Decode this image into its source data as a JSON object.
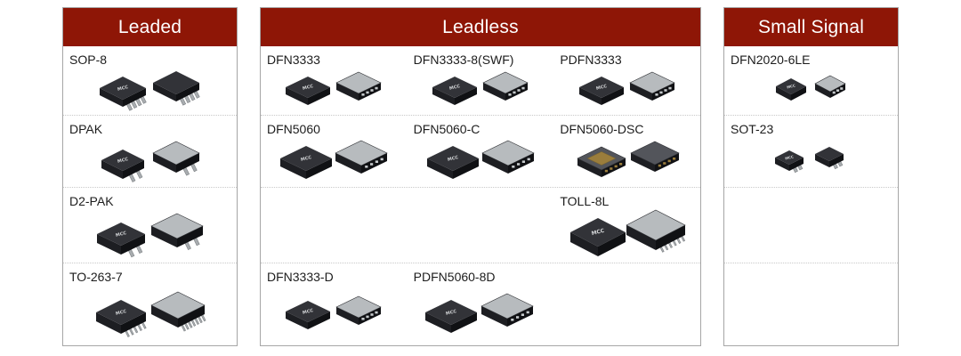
{
  "chip_logo": "MCC",
  "colors": {
    "header_bg": "#8e1606",
    "header_text": "#ffffff",
    "panel_border": "#a6a6a6",
    "row_divider": "#c9c9c9",
    "label_text": "#1c1c1c",
    "page_bg": "#ffffff",
    "chip_body_dark": "#323338",
    "chip_top_light": "#b7bbbe",
    "chip_gold": "#9a7d3c"
  },
  "panels": [
    {
      "title": "Leaded",
      "rows": [
        {
          "cells": [
            {
              "label": "SOP-8",
              "image": "sop8"
            }
          ]
        },
        {
          "cells": [
            {
              "label": "DPAK",
              "image": "dpak"
            }
          ]
        },
        {
          "cells": [
            {
              "label": "D2-PAK",
              "image": "d2pak"
            }
          ]
        },
        {
          "cells": [
            {
              "label": "TO-263-7",
              "image": "to263"
            }
          ]
        }
      ]
    },
    {
      "title": "Leadless",
      "rows": [
        {
          "cells": [
            {
              "label": "DFN3333",
              "image": "dfn"
            },
            {
              "label": "DFN3333-8(SWF)",
              "image": "dfnswf"
            },
            {
              "label": "PDFN3333",
              "image": "pdfn"
            }
          ]
        },
        {
          "cells": [
            {
              "label": "DFN5060",
              "image": "dfn5060"
            },
            {
              "label": "DFN5060-C",
              "image": "dfn5060c"
            },
            {
              "label": "DFN5060-DSC",
              "image": "dfndsc"
            }
          ]
        },
        {
          "cells": [
            {
              "label": "",
              "image": ""
            },
            {
              "label": "",
              "image": ""
            },
            {
              "label": "TOLL-8L",
              "image": "toll"
            }
          ]
        },
        {
          "cells": [
            {
              "label": "DFN3333-D",
              "image": "dfnd"
            },
            {
              "label": "PDFN5060-8D",
              "image": "pdfn8d"
            },
            {
              "label": "",
              "image": ""
            }
          ]
        }
      ]
    },
    {
      "title": "Small Signal",
      "rows": [
        {
          "cells": [
            {
              "label": "DFN2020-6LE",
              "image": "dfn2020"
            }
          ]
        },
        {
          "cells": [
            {
              "label": "SOT-23",
              "image": "sot23"
            }
          ]
        },
        {
          "cells": [
            {
              "label": "",
              "image": ""
            }
          ]
        },
        {
          "cells": [
            {
              "label": "",
              "image": ""
            }
          ]
        }
      ]
    }
  ]
}
